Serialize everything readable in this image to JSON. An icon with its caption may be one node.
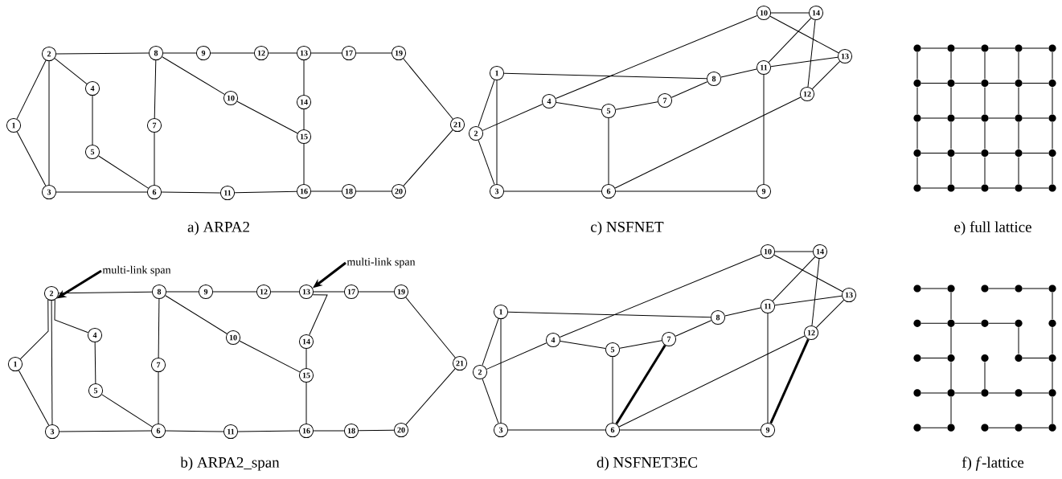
{
  "diagram": {
    "nodes": [
      {
        "text": [
          "1"
        ]
      },
      {
        "text": [
          "2"
        ]
      },
      {
        "text": [
          "3"
        ]
      },
      {
        "text": [
          "4"
        ]
      },
      {
        "text": [
          "5"
        ]
      },
      {
        "text": [
          "6"
        ]
      },
      {
        "text": [
          "7"
        ]
      },
      {
        "text": [
          "8"
        ]
      },
      {
        "text": [
          "9"
        ]
      },
      {
        "text": [
          "10"
        ]
      },
      {
        "text": [
          "11"
        ]
      },
      {
        "text": [
          "12"
        ]
      },
      {
        "text": [
          "13"
        ]
      },
      {
        "text": [
          "14"
        ]
      },
      {
        "text": [
          "15"
        ]
      },
      {
        "text": [
          "16"
        ]
      },
      {
        "text": [
          "17"
        ]
      },
      {
        "text": [
          "18"
        ]
      },
      {
        "text": [
          "19"
        ]
      },
      {
        "text": [
          "20"
        ]
      },
      {
        "text": [
          "21"
        ]
      },
      {
        "text": [
          "1"
        ]
      },
      {
        "text": [
          "2"
        ]
      },
      {
        "text": [
          "3"
        ]
      },
      {
        "text": [
          "4"
        ]
      },
      {
        "text": [
          "5"
        ]
      },
      {
        "text": [
          "6"
        ]
      },
      {
        "text": [
          "7"
        ]
      },
      {
        "text": [
          "8"
        ]
      },
      {
        "text": [
          "9"
        ]
      },
      {
        "text": [
          "10"
        ]
      },
      {
        "text": [
          "11"
        ]
      },
      {
        "text": [
          "12"
        ]
      },
      {
        "text": [
          "13"
        ]
      },
      {
        "text": [
          "14"
        ]
      },
      {
        "text": [
          "15"
        ]
      },
      {
        "text": [
          "16"
        ]
      },
      {
        "text": [
          "17"
        ]
      },
      {
        "text": [
          "18"
        ]
      },
      {
        "text": [
          "19"
        ]
      },
      {
        "text": [
          "20"
        ]
      },
      {
        "text": [
          "21"
        ]
      },
      {
        "text": [
          "multi-link span"
        ]
      },
      {
        "text": [
          "multi-link span"
        ]
      },
      {
        "text": [
          "1"
        ]
      },
      {
        "text": [
          "2"
        ]
      },
      {
        "text": [
          "3"
        ]
      },
      {
        "text": [
          "4"
        ]
      },
      {
        "text": [
          "5"
        ]
      },
      {
        "text": [
          "6"
        ]
      },
      {
        "text": [
          "7"
        ]
      },
      {
        "text": [
          "8"
        ]
      },
      {
        "text": [
          "9"
        ]
      },
      {
        "text": [
          "10"
        ]
      },
      {
        "text": [
          "11"
        ]
      },
      {
        "text": [
          "12"
        ]
      },
      {
        "text": [
          "13"
        ]
      },
      {
        "text": [
          "14"
        ]
      },
      {
        "text": [
          "1"
        ]
      },
      {
        "text": [
          "2"
        ]
      },
      {
        "text": [
          "3"
        ]
      },
      {
        "text": [
          "4"
        ]
      },
      {
        "text": [
          "5"
        ]
      },
      {
        "text": [
          "6"
        ]
      },
      {
        "text": [
          "7"
        ]
      },
      {
        "text": [
          "8"
        ]
      },
      {
        "text": [
          "9"
        ]
      },
      {
        "text": [
          "10"
        ]
      },
      {
        "text": [
          "11"
        ]
      },
      {
        "text": [
          "12"
        ]
      },
      {
        "text": [
          "13"
        ]
      },
      {
        "text": [
          "14"
        ]
      },
      {
        "text": [],
        "shape": "circle"
      },
      {
        "text": [],
        "shape": "circle"
      },
      {
        "text": [],
        "shape": "circle"
      },
      {
        "text": [],
        "shape": "circle"
      },
      {
        "text": [],
        "shape": "circle"
      },
      {
        "text": [],
        "shape": "circle"
      },
      {
        "text": [],
        "shape": "circle"
      },
      {
        "text": [],
        "shape": "circle"
      },
      {
        "text": [],
        "shape": "circle"
      },
      {
        "text": [],
        "shape": "circle"
      },
      {
        "text": [],
        "shape": "circle"
      },
      {
        "text": [],
        "shape": "circle"
      },
      {
        "text": [],
        "shape": "circle"
      },
      {
        "text": [],
        "shape": "circle"
      },
      {
        "text": [],
        "shape": "circle"
      },
      {
        "text": [],
        "shape": "circle"
      },
      {
        "text": [],
        "shape": "circle"
      },
      {
        "text": [],
        "shape": "circle"
      },
      {
        "text": [],
        "shape": "circle"
      },
      {
        "text": [],
        "shape": "circle"
      },
      {
        "text": [],
        "shape": "circle"
      },
      {
        "text": [],
        "shape": "circle"
      },
      {
        "text": [],
        "shape": "circle"
      },
      {
        "text": [],
        "shape": "circle"
      },
      {
        "text": [],
        "shape": "circle"
      },
      {
        "text": [],
        "shape": "circle"
      },
      {
        "text": [],
        "shape": "circle"
      },
      {
        "text": [],
        "shape": "circle"
      },
      {
        "text": [],
        "shape": "circle"
      },
      {
        "text": [],
        "shape": "circle"
      },
      {
        "text": [],
        "shape": "circle"
      },
      {
        "text": [],
        "shape": "circle"
      },
      {
        "text": [],
        "shape": "circle"
      },
      {
        "text": [],
        "shape": "circle"
      },
      {
        "text": [],
        "shape": "circle"
      },
      {
        "text": [],
        "shape": "circle"
      },
      {
        "text": [],
        "shape": "circle"
      },
      {
        "text": [],
        "shape": "circle"
      },
      {
        "text": [],
        "shape": "circle"
      },
      {
        "text": [],
        "shape": "circle"
      },
      {
        "text": [],
        "shape": "circle"
      },
      {
        "text": [],
        "shape": "circle"
      },
      {
        "text": [],
        "shape": "circle"
      },
      {
        "text": [],
        "shape": "circle"
      },
      {
        "text": [],
        "shape": "circle"
      },
      {
        "text": [],
        "shape": "circle"
      },
      {
        "text": [],
        "shape": "circle"
      },
      {
        "text": [],
        "shape": "circle"
      },
      {
        "text": [],
        "shape": "circle"
      },
      {
        "text": [],
        "shape": "circle"
      }
    ],
    "edges": [
      {
        "from": 0,
        "to": 1,
        "arrow": "none"
      },
      {
        "from": 0,
        "to": 2,
        "arrow": "none"
      },
      {
        "from": 1,
        "to": 2,
        "arrow": "none"
      },
      {
        "from": 1,
        "to": 3,
        "arrow": "none"
      },
      {
        "from": 1,
        "to": 7,
        "arrow": "none"
      },
      {
        "from": 3,
        "to": 4,
        "arrow": "none"
      },
      {
        "from": 4,
        "to": 5,
        "arrow": "none"
      },
      {
        "from": 2,
        "to": 5,
        "arrow": "none"
      },
      {
        "from": 7,
        "to": 6,
        "arrow": "none"
      },
      {
        "from": 6,
        "to": 5,
        "arrow": "none"
      },
      {
        "from": 7,
        "to": 8,
        "arrow": "none"
      },
      {
        "from": 7,
        "to": 9,
        "arrow": "none"
      },
      {
        "from": 8,
        "to": 11,
        "arrow": "none"
      },
      {
        "from": 11,
        "to": 12,
        "arrow": "none"
      },
      {
        "from": 12,
        "to": 13,
        "arrow": "none"
      },
      {
        "from": 13,
        "to": 14,
        "arrow": "none"
      },
      {
        "from": 9,
        "to": 14,
        "arrow": "none"
      },
      {
        "from": 14,
        "to": 15,
        "arrow": "none"
      },
      {
        "from": 5,
        "to": 10,
        "arrow": "none"
      },
      {
        "from": 10,
        "to": 15,
        "arrow": "none"
      },
      {
        "from": 12,
        "to": 16,
        "arrow": "none"
      },
      {
        "from": 15,
        "to": 17,
        "arrow": "none"
      },
      {
        "from": 16,
        "to": 18,
        "arrow": "none"
      },
      {
        "from": 17,
        "to": 19,
        "arrow": "none"
      },
      {
        "from": 18,
        "to": 20,
        "arrow": "none"
      },
      {
        "from": 19,
        "to": 20,
        "arrow": "none"
      },
      {
        "from": 21,
        "to": 22,
        "arrow": "none"
      },
      {
        "from": 21,
        "to": 23,
        "arrow": "none"
      },
      {
        "from": 22,
        "to": 23,
        "arrow": "none"
      },
      {
        "from": 22,
        "to": 24,
        "arrow": "none"
      },
      {
        "from": 22,
        "to": 28,
        "arrow": "none"
      },
      {
        "from": 24,
        "to": 25,
        "arrow": "none"
      },
      {
        "from": 25,
        "to": 26,
        "arrow": "none"
      },
      {
        "from": 23,
        "to": 26,
        "arrow": "none"
      },
      {
        "from": 28,
        "to": 27,
        "arrow": "none"
      },
      {
        "from": 27,
        "to": 26,
        "arrow": "none"
      },
      {
        "from": 28,
        "to": 29,
        "arrow": "none"
      },
      {
        "from": 28,
        "to": 30,
        "arrow": "none"
      },
      {
        "from": 29,
        "to": 32,
        "arrow": "none"
      },
      {
        "from": 32,
        "to": 33,
        "arrow": "none"
      },
      {
        "from": 33,
        "to": 34,
        "arrow": "none"
      },
      {
        "from": 34,
        "to": 35,
        "arrow": "none"
      },
      {
        "from": 30,
        "to": 35,
        "arrow": "none"
      },
      {
        "from": 35,
        "to": 36,
        "arrow": "none"
      },
      {
        "from": 26,
        "to": 31,
        "arrow": "none"
      },
      {
        "from": 31,
        "to": 36,
        "arrow": "none"
      },
      {
        "from": 33,
        "to": 37,
        "arrow": "none"
      },
      {
        "from": 36,
        "to": 38,
        "arrow": "none"
      },
      {
        "from": 37,
        "to": 39,
        "arrow": "none"
      },
      {
        "from": 38,
        "to": 40,
        "arrow": "none"
      },
      {
        "from": 39,
        "to": 41,
        "arrow": "none"
      },
      {
        "from": 40,
        "to": 41,
        "arrow": "none"
      },
      {
        "from": 42,
        "to": 22,
        "arrow": "to",
        "style": "thick"
      },
      {
        "from": 43,
        "to": 33,
        "arrow": "to",
        "style": "thick"
      },
      {
        "from": 44,
        "to": 45,
        "arrow": "none"
      },
      {
        "from": 44,
        "to": 46,
        "arrow": "none"
      },
      {
        "from": 45,
        "to": 46,
        "arrow": "none"
      },
      {
        "from": 44,
        "to": 51,
        "arrow": "none"
      },
      {
        "from": 45,
        "to": 47,
        "arrow": "none"
      },
      {
        "from": 47,
        "to": 53,
        "arrow": "none"
      },
      {
        "from": 47,
        "to": 48,
        "arrow": "none"
      },
      {
        "from": 48,
        "to": 50,
        "arrow": "none"
      },
      {
        "from": 50,
        "to": 51,
        "arrow": "none"
      },
      {
        "from": 51,
        "to": 54,
        "arrow": "none"
      },
      {
        "from": 48,
        "to": 49,
        "arrow": "none"
      },
      {
        "from": 46,
        "to": 49,
        "arrow": "none"
      },
      {
        "from": 49,
        "to": 52,
        "arrow": "none"
      },
      {
        "from": 49,
        "to": 55,
        "arrow": "none"
      },
      {
        "from": 52,
        "to": 54,
        "arrow": "none"
      },
      {
        "from": 53,
        "to": 57,
        "arrow": "none"
      },
      {
        "from": 53,
        "to": 56,
        "arrow": "none"
      },
      {
        "from": 54,
        "to": 57,
        "arrow": "none"
      },
      {
        "from": 54,
        "to": 56,
        "arrow": "none"
      },
      {
        "from": 55,
        "to": 57,
        "arrow": "none"
      },
      {
        "from": 55,
        "to": 56,
        "arrow": "none"
      },
      {
        "from": 58,
        "to": 59,
        "arrow": "none"
      },
      {
        "from": 58,
        "to": 60,
        "arrow": "none"
      },
      {
        "from": 59,
        "to": 60,
        "arrow": "none"
      },
      {
        "from": 58,
        "to": 65,
        "arrow": "none"
      },
      {
        "from": 59,
        "to": 61,
        "arrow": "none"
      },
      {
        "from": 61,
        "to": 67,
        "arrow": "none"
      },
      {
        "from": 61,
        "to": 62,
        "arrow": "none"
      },
      {
        "from": 62,
        "to": 64,
        "arrow": "none"
      },
      {
        "from": 64,
        "to": 65,
        "arrow": "none"
      },
      {
        "from": 65,
        "to": 68,
        "arrow": "none"
      },
      {
        "from": 62,
        "to": 63,
        "arrow": "none"
      },
      {
        "from": 60,
        "to": 63,
        "arrow": "none"
      },
      {
        "from": 63,
        "to": 66,
        "arrow": "none"
      },
      {
        "from": 63,
        "to": 69,
        "arrow": "none"
      },
      {
        "from": 66,
        "to": 68,
        "arrow": "none"
      },
      {
        "from": 67,
        "to": 71,
        "arrow": "none"
      },
      {
        "from": 67,
        "to": 70,
        "arrow": "none"
      },
      {
        "from": 68,
        "to": 71,
        "arrow": "none"
      },
      {
        "from": 68,
        "to": 70,
        "arrow": "none"
      },
      {
        "from": 69,
        "to": 71,
        "arrow": "none"
      },
      {
        "from": 69,
        "to": 70,
        "arrow": "none"
      },
      {
        "from": 63,
        "to": 64,
        "arrow": "none",
        "style": "thick"
      },
      {
        "from": 66,
        "to": 69,
        "arrow": "none",
        "style": "thick"
      },
      {
        "from": 72,
        "to": 73,
        "arrow": "none"
      },
      {
        "from": 73,
        "to": 74,
        "arrow": "none"
      },
      {
        "from": 74,
        "to": 75,
        "arrow": "none"
      },
      {
        "from": 75,
        "to": 76,
        "arrow": "none"
      },
      {
        "from": 77,
        "to": 78,
        "arrow": "none"
      },
      {
        "from": 78,
        "to": 79,
        "arrow": "none"
      },
      {
        "from": 79,
        "to": 80,
        "arrow": "none"
      },
      {
        "from": 80,
        "to": 81,
        "arrow": "none"
      },
      {
        "from": 82,
        "to": 83,
        "arrow": "none"
      },
      {
        "from": 83,
        "to": 84,
        "arrow": "none"
      },
      {
        "from": 84,
        "to": 85,
        "arrow": "none"
      },
      {
        "from": 85,
        "to": 86,
        "arrow": "none"
      },
      {
        "from": 87,
        "to": 88,
        "arrow": "none"
      },
      {
        "from": 88,
        "to": 89,
        "arrow": "none"
      },
      {
        "from": 89,
        "to": 90,
        "arrow": "none"
      },
      {
        "from": 90,
        "to": 91,
        "arrow": "none"
      },
      {
        "from": 92,
        "to": 93,
        "arrow": "none"
      },
      {
        "from": 93,
        "to": 94,
        "arrow": "none"
      },
      {
        "from": 94,
        "to": 95,
        "arrow": "none"
      },
      {
        "from": 95,
        "to": 96,
        "arrow": "none"
      },
      {
        "from": 72,
        "to": 77,
        "arrow": "none"
      },
      {
        "from": 77,
        "to": 82,
        "arrow": "none"
      },
      {
        "from": 82,
        "to": 87,
        "arrow": "none"
      },
      {
        "from": 87,
        "to": 92,
        "arrow": "none"
      },
      {
        "from": 73,
        "to": 78,
        "arrow": "none"
      },
      {
        "from": 78,
        "to": 83,
        "arrow": "none"
      },
      {
        "from": 83,
        "to": 88,
        "arrow": "none"
      },
      {
        "from": 88,
        "to": 93,
        "arrow": "none"
      },
      {
        "from": 74,
        "to": 79,
        "arrow": "none"
      },
      {
        "from": 79,
        "to": 84,
        "arrow": "none"
      },
      {
        "from": 84,
        "to": 89,
        "arrow": "none"
      },
      {
        "from": 89,
        "to": 94,
        "arrow": "none"
      },
      {
        "from": 75,
        "to": 80,
        "arrow": "none"
      },
      {
        "from": 80,
        "to": 85,
        "arrow": "none"
      },
      {
        "from": 85,
        "to": 90,
        "arrow": "none"
      },
      {
        "from": 90,
        "to": 95,
        "arrow": "none"
      },
      {
        "from": 76,
        "to": 81,
        "arrow": "none"
      },
      {
        "from": 81,
        "to": 86,
        "arrow": "none"
      },
      {
        "from": 86,
        "to": 91,
        "arrow": "none"
      },
      {
        "from": 91,
        "to": 96,
        "arrow": "none"
      },
      {
        "from": 97,
        "to": 98,
        "arrow": "none"
      },
      {
        "from": 99,
        "to": 100,
        "arrow": "none"
      },
      {
        "from": 100,
        "to": 101,
        "arrow": "none"
      },
      {
        "from": 102,
        "to": 103,
        "arrow": "none"
      },
      {
        "from": 103,
        "to": 104,
        "arrow": "none"
      },
      {
        "from": 104,
        "to": 105,
        "arrow": "none"
      },
      {
        "from": 107,
        "to": 108,
        "arrow": "none"
      },
      {
        "from": 110,
        "to": 111,
        "arrow": "none"
      },
      {
        "from": 112,
        "to": 113,
        "arrow": "none"
      },
      {
        "from": 113,
        "to": 114,
        "arrow": "none"
      },
      {
        "from": 114,
        "to": 115,
        "arrow": "none"
      },
      {
        "from": 115,
        "to": 116,
        "arrow": "none"
      },
      {
        "from": 117,
        "to": 118,
        "arrow": "none"
      },
      {
        "from": 119,
        "to": 120,
        "arrow": "none"
      },
      {
        "from": 120,
        "to": 121,
        "arrow": "none"
      },
      {
        "from": 98,
        "to": 103,
        "arrow": "none"
      },
      {
        "from": 103,
        "to": 108,
        "arrow": "none"
      },
      {
        "from": 108,
        "to": 113,
        "arrow": "none"
      },
      {
        "from": 113,
        "to": 118,
        "arrow": "none"
      },
      {
        "from": 109,
        "to": 114,
        "arrow": "none"
      },
      {
        "from": 105,
        "to": 110,
        "arrow": "none"
      },
      {
        "from": 101,
        "to": 106,
        "arrow": "none"
      },
      {
        "from": 106,
        "to": 111,
        "arrow": "none"
      },
      {
        "from": 111,
        "to": 116,
        "arrow": "none"
      },
      {
        "from": 116,
        "to": 121,
        "arrow": "none"
      }
    ],
    "labels": [
      "a)  ARPA2",
      "c)  NSFNET",
      "e)  full lattice",
      "b)  ARPA2_span",
      "d)  NSFNET3EC",
      "f)  *f*-lattice"
    ]
  }
}
